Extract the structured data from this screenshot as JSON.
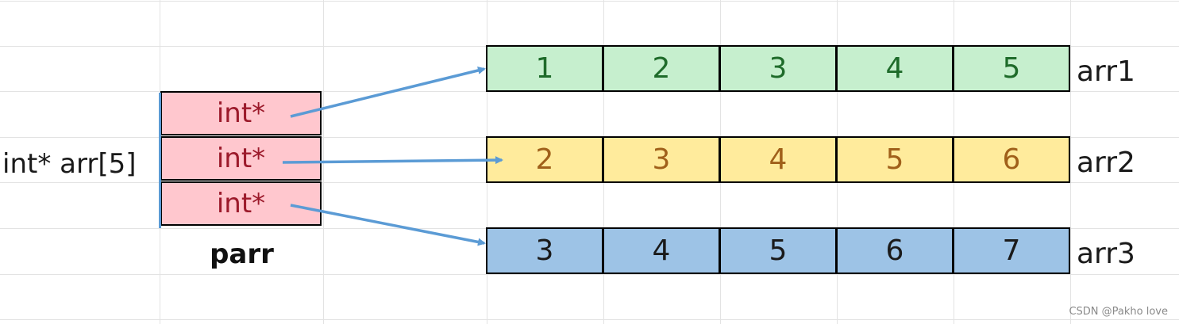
{
  "pointer_decl": "int* arr[5]",
  "parr": {
    "cells": [
      "int*",
      "int*",
      "int*"
    ],
    "name": "parr",
    "cell_bg": "#ffc7ce",
    "cell_text_color": "#9c1a2b",
    "bar_color": "#5b9bd5"
  },
  "arrays": [
    {
      "name": "arr1",
      "values": [
        "1",
        "2",
        "3",
        "4",
        "5"
      ],
      "bg": "#c6efce",
      "text_color": "#1e6b2a"
    },
    {
      "name": "arr2",
      "values": [
        "2",
        "3",
        "4",
        "5",
        "6"
      ],
      "bg": "#ffeb9c",
      "text_color": "#a0601a"
    },
    {
      "name": "arr3",
      "values": [
        "3",
        "4",
        "5",
        "6",
        "7"
      ],
      "bg": "#9dc3e6",
      "text_color": "#1a1a1a"
    }
  ],
  "arrow_color": "#5b9bd5",
  "watermark": "CSDN @Pakho love"
}
